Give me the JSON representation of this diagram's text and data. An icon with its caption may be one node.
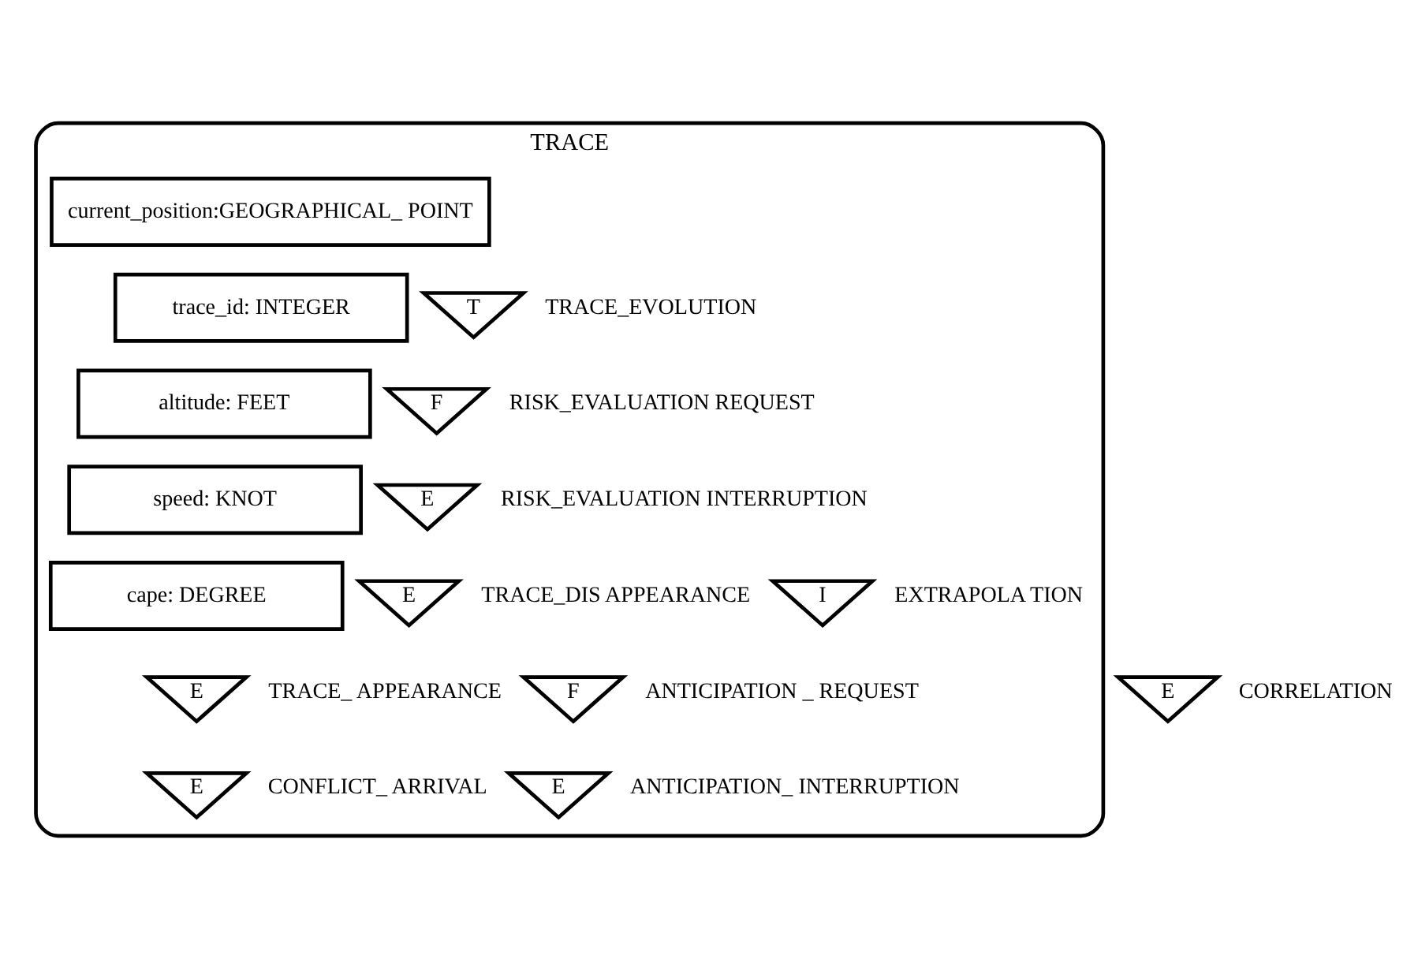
{
  "diagram": {
    "nodes": [
      {
        "text": [
          "TRACE"
        ]
      },
      {
        "text": [
          "current_position:GEOGRAPHICAL_ POINT"
        ],
        "in": 0
      },
      {
        "text": [
          "trace_id: INTEGER"
        ],
        "in": 0
      },
      {
        "text": [
          "altitude: FEET"
        ],
        "in": 0
      },
      {
        "text": [
          "speed: KNOT"
        ],
        "in": 0
      },
      {
        "text": [
          "cape: DEGREE"
        ],
        "in": 0
      },
      {
        "text": [
          "T"
        ],
        "beside": [
          "TRACE_EVOLUTION"
        ],
        "in": 0
      },
      {
        "text": [
          "F"
        ],
        "beside": [
          "RISK_EVALUATION REQUEST"
        ],
        "in": 0
      },
      {
        "text": [
          "E"
        ],
        "beside": [
          "RISK_EVALUATION INTERRUPTION"
        ],
        "in": 0
      },
      {
        "text": [
          "E"
        ],
        "beside": [
          "TRACE_DIS APPEARANCE"
        ],
        "in": 0
      },
      {
        "text": [
          "I"
        ],
        "beside": [
          "EXTRAPOLA TION"
        ],
        "in": 0
      },
      {
        "text": [
          "E"
        ],
        "beside": [
          "TRACE_ APPEARANCE"
        ],
        "in": 0
      },
      {
        "text": [
          "F"
        ],
        "beside": [
          "ANTICIPATION _ REQUEST"
        ],
        "in": 0
      },
      {
        "text": [
          "E"
        ],
        "beside": [
          "CORRELATION"
        ]
      },
      {
        "text": [
          "E"
        ],
        "beside": [
          "CONFLICT_ ARRIVAL"
        ],
        "in": 0
      },
      {
        "text": [
          "E"
        ],
        "beside": [
          "ANTICIPATION_ INTERRUPTION"
        ],
        "in": 0
      }
    ]
  }
}
